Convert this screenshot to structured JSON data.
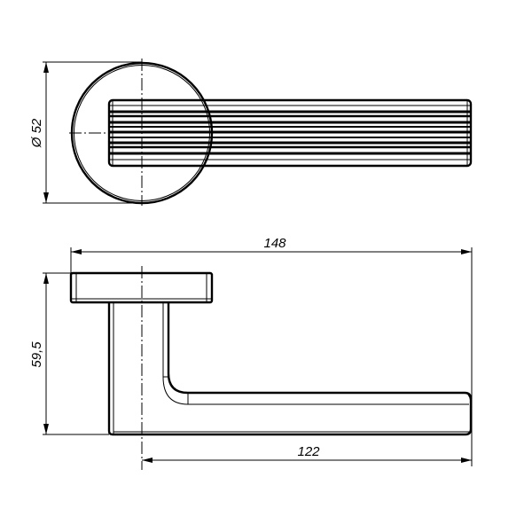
{
  "drawing": {
    "top_view": {
      "diameter_label": "Ø 52"
    },
    "side_view": {
      "overall_length_label": "148",
      "height_label": "59,5",
      "lever_length_label": "122"
    },
    "colors": {
      "line": "#000000",
      "background": "#ffffff"
    }
  }
}
